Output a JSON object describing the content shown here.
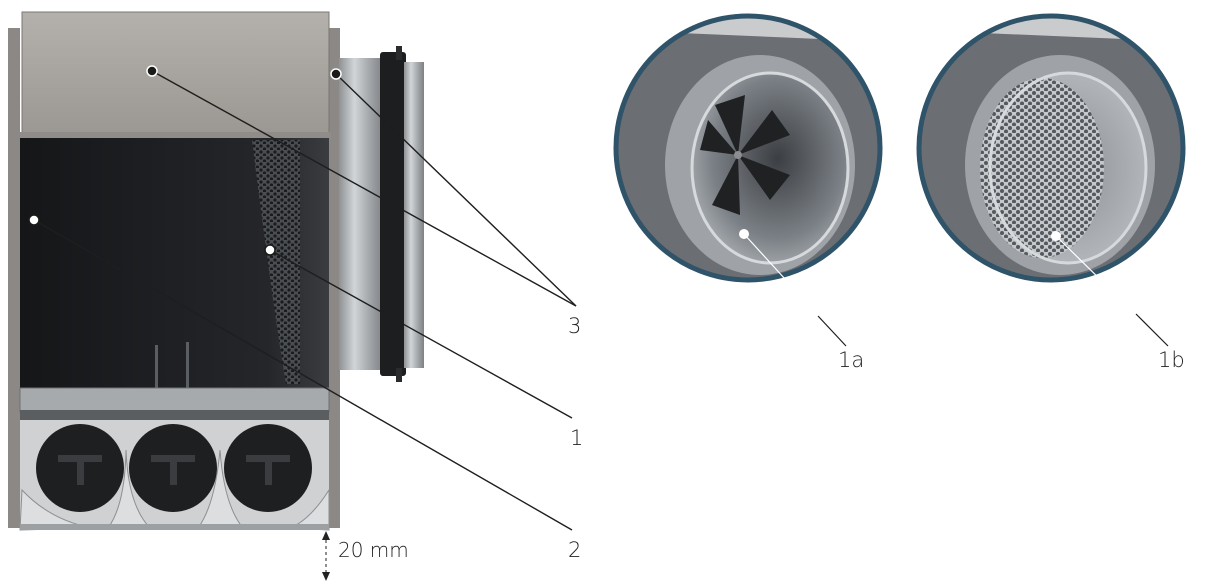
{
  "callouts": {
    "label_1": "1",
    "label_1a": "1a",
    "label_1b": "1b",
    "label_2": "2",
    "label_3": "3"
  },
  "dimension": {
    "gap_label": "20 mm"
  },
  "colors": {
    "insulation": "#6c6f74",
    "metal": "#b6b9bc",
    "interior": "#1b1c1e",
    "ring": "#2f5368",
    "leader": "#1e1e1e",
    "white_leader": "#ffffff"
  }
}
